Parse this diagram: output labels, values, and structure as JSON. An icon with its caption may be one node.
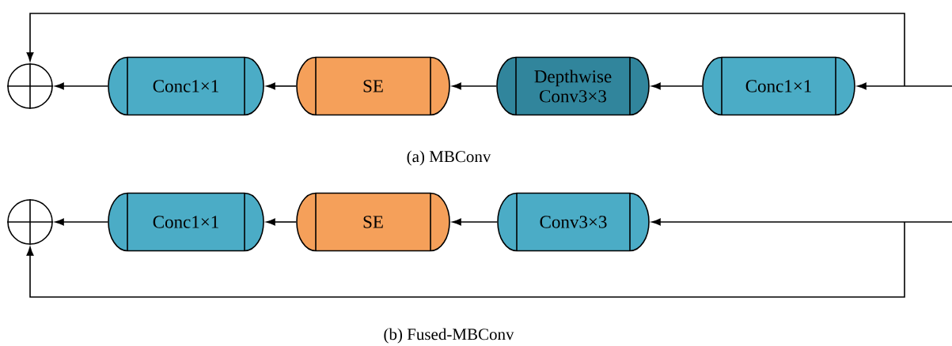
{
  "diagram": {
    "nodes": [
      {
        "text": [],
        "shape": "circle"
      },
      {
        "text": [
          "Conc1×1"
        ]
      },
      {
        "text": [
          "SE"
        ]
      },
      {
        "text": [
          "Depthwise Conv3×3"
        ]
      },
      {
        "text": [
          "Conc1×1"
        ]
      },
      {
        "text": [],
        "shape": "circle"
      },
      {
        "text": [
          "Conc1×1"
        ]
      },
      {
        "text": [
          "SE"
        ]
      },
      {
        "text": [
          "Conv3×3"
        ]
      }
    ],
    "edges": [
      {
        "from": null,
        "to": 4,
        "arrow": "to"
      },
      {
        "from": null,
        "to": 0,
        "arrow": "to"
      },
      {
        "from": 4,
        "to": 3,
        "arrow": "to"
      },
      {
        "from": 3,
        "to": 2,
        "arrow": "to"
      },
      {
        "from": 2,
        "to": 1,
        "arrow": "to"
      },
      {
        "from": 1,
        "to": 0,
        "arrow": "to"
      },
      {
        "from": null,
        "to": 8,
        "arrow": "to"
      },
      {
        "from": null,
        "to": 5,
        "arrow": "to"
      },
      {
        "from": 8,
        "to": 7,
        "arrow": "to"
      },
      {
        "from": 7,
        "to": 6,
        "arrow": "to"
      },
      {
        "from": 6,
        "to": 5,
        "arrow": "to"
      }
    ],
    "labels": [
      "(a) MBConv",
      "(b) Fused-MBConv"
    ]
  }
}
